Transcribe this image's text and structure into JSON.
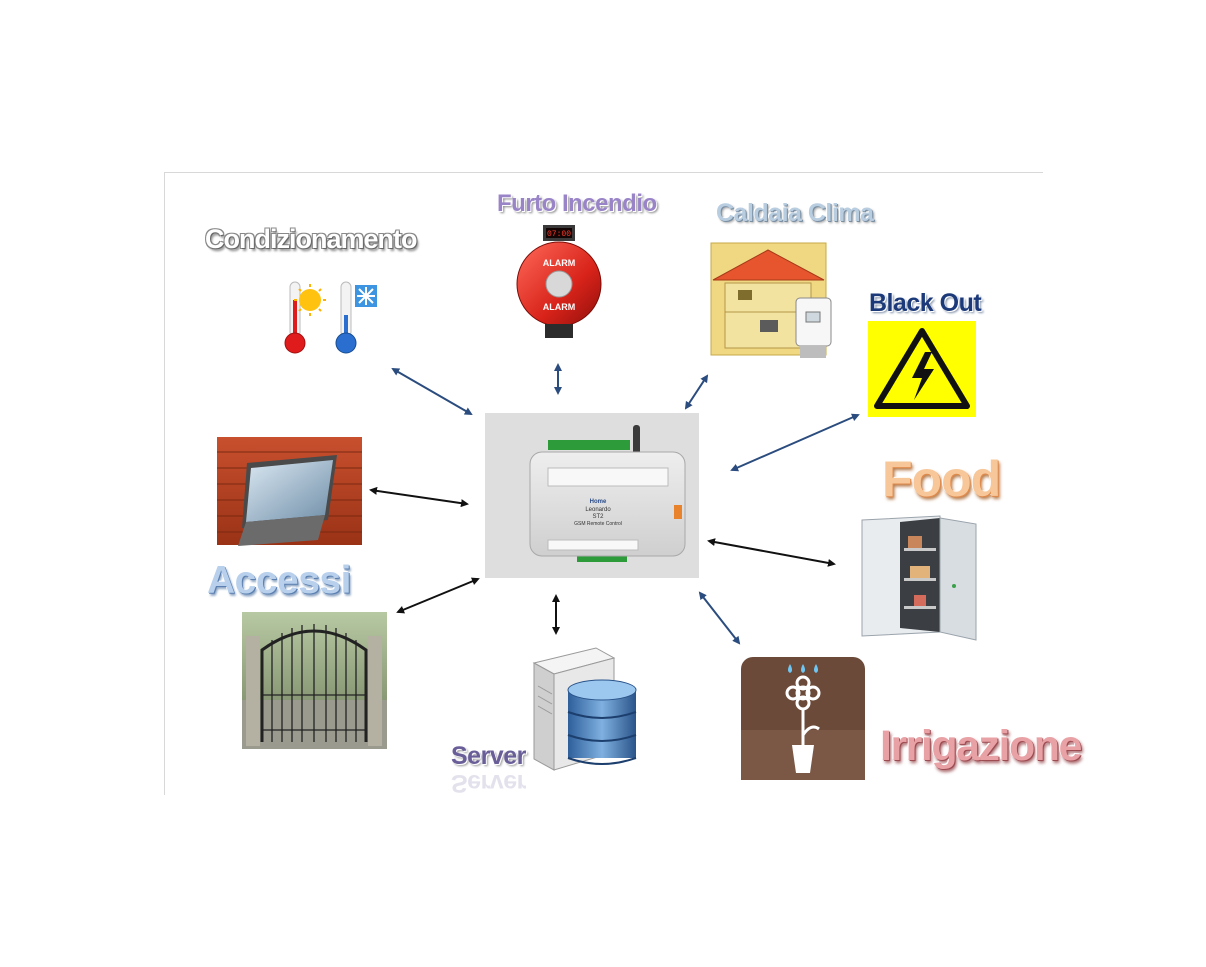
{
  "labels": {
    "condizionamento": "Condizionamento",
    "furto_incendio": "Furto Incendio",
    "caldaia_clima": "Caldaia Clima",
    "black_out": "Black Out",
    "food": "Food",
    "accessi": "Accessi",
    "server": "Server",
    "irrigazione": "Irrigazione"
  },
  "alarm_bell": {
    "display": "07:00",
    "text_top": "ALARM",
    "text_bottom": "ALARM"
  },
  "device": {
    "brand": "Home",
    "model_name": "Leonardo",
    "model_code": "ST2",
    "subtitle": "GSM Remote Control"
  },
  "icons": {
    "condizionamento": "thermometer-sun-snowflake-icon",
    "furto_incendio": "alarm-bell-icon",
    "caldaia_clima": "house-boiler-icon",
    "black_out": "high-voltage-warning-icon",
    "food": "cold-room-icon",
    "accessi": "gate-icon",
    "server": "server-database-icon",
    "irrigazione": "flower-watering-icon",
    "roof_window": "roof-window-icon",
    "controller": "gsm-controller-device"
  },
  "colors": {
    "arrow_blue": "#2b4c7e",
    "arrow_black": "#111111",
    "warning_yellow": "#ffff00",
    "irrigation_brown": "#6b4a39"
  }
}
